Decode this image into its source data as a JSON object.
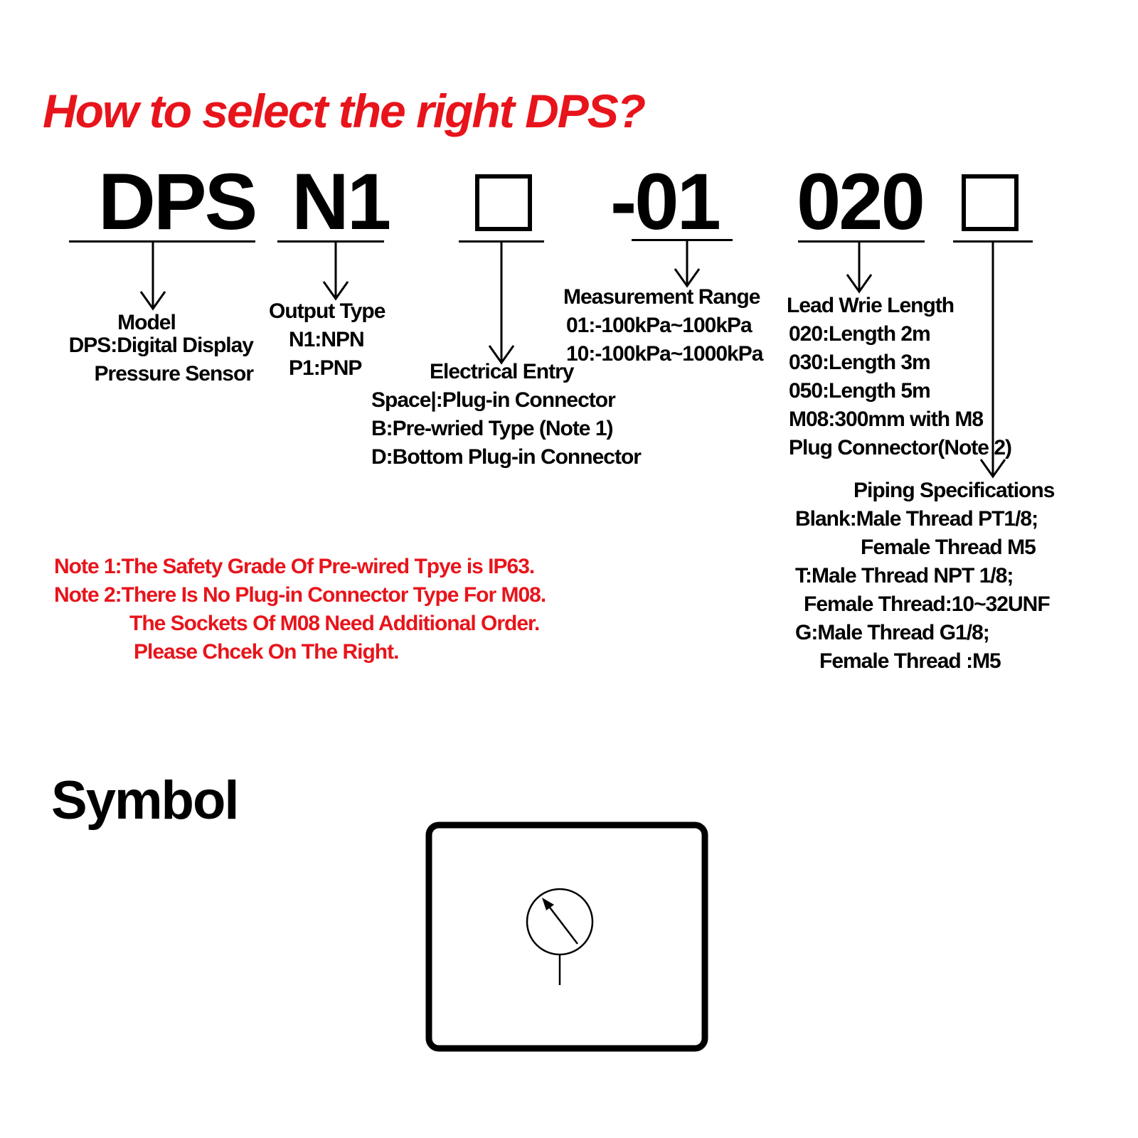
{
  "title": "How to select the right DPS?",
  "code_parts": {
    "model": "DPS",
    "output": "N1",
    "range": "-01",
    "lead": "020"
  },
  "model_desc": {
    "heading": "Model",
    "lines": [
      "DPS:Digital Display",
      "Pressure Sensor"
    ]
  },
  "output_desc": {
    "heading": "Output Type",
    "lines": [
      "N1:NPN",
      "P1:PNP"
    ]
  },
  "entry_desc": {
    "heading": "Electrical Entry",
    "lines": [
      "Space|:Plug-in Connector",
      "B:Pre-wried Type (Note 1)",
      "D:Bottom Plug-in Connector"
    ]
  },
  "range_desc": {
    "heading": "Measurement Range",
    "lines": [
      "01:-100kPa~100kPa",
      "10:-100kPa~1000kPa"
    ]
  },
  "lead_desc": {
    "heading": "Lead Wrie Length",
    "lines": [
      "020:Length 2m",
      "030:Length 3m",
      "050:Length 5m",
      "M08:300mm with M8",
      "Plug Connector(Note 2)"
    ]
  },
  "piping_desc": {
    "heading": "Piping Specifications",
    "lines": [
      "Blank:Male Thread PT1/8;",
      "Female Thread M5",
      "T:Male Thread NPT 1/8;",
      "Female Thread:10~32UNF",
      "G:Male Thread G1/8;",
      "Female Thread :M5"
    ]
  },
  "notes": [
    "Note 1:The Safety Grade Of Pre-wired Tpye is IP63.",
    "Note 2:There Is No Plug-in Connector Type For M08.",
    "The Sockets Of M08 Need Additional Order.",
    "Please Chcek On The Right."
  ],
  "symbol_title": "Symbol",
  "colors": {
    "accent_red": "#e8141b",
    "ink": "#000000"
  }
}
